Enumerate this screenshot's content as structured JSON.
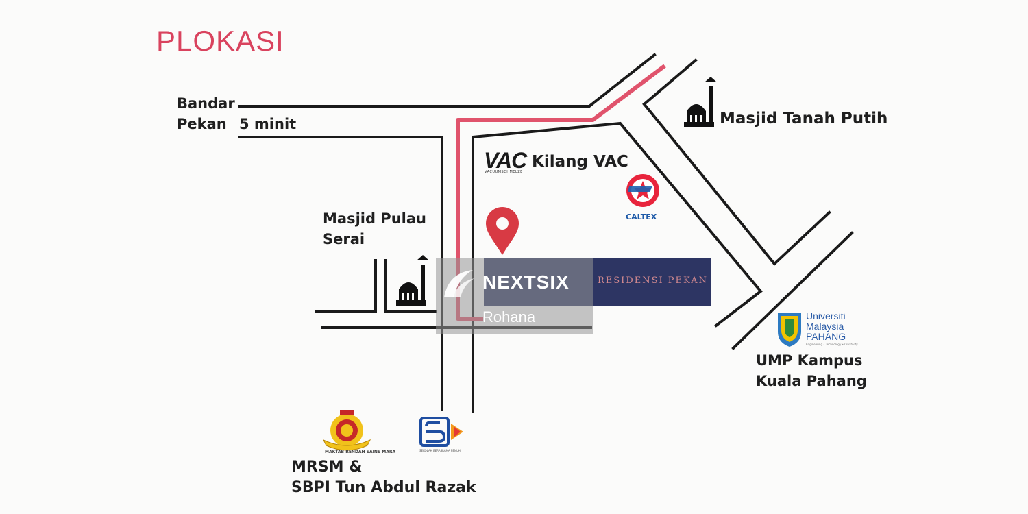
{
  "title": "PLOKASI",
  "colors": {
    "title": "#d9435e",
    "route": "#e0536c",
    "road": "#1a1a1a",
    "pin": "#d83a44",
    "banner": "#2d3563"
  },
  "labels": {
    "bandar_line1": "Bandar",
    "bandar_line2": "Pekan",
    "travel_time": "5 minit",
    "kilang_vac": "Kilang VAC",
    "masjid_tanah_putih": "Masjid Tanah Putih",
    "masjid_pulau_line1": "Masjid Pulau",
    "masjid_pulau_line2": "Serai",
    "ump_line1": "UMP Kampus",
    "ump_line2": "Kuala Pahang",
    "mrsm_line1": "MRSM &",
    "mrsm_line2": "SBPI Tun Abdul Razak"
  },
  "logos": {
    "vac": "VAC",
    "vac_sub": "VACUUMSCHMELZE",
    "caltex": "CALTEX",
    "ump": [
      "Universiti",
      "Malaysia",
      "PAHANG"
    ],
    "ump_tagline": "Engineering • Technology • Creativity",
    "mrsm": "MAKTAB RENDAH SAINS MARA",
    "sbp": "SEKOLAH BERASRAMA PENUH",
    "residensi": "RESIDENSI PEKAN"
  },
  "watermark": {
    "brand": "NEXTSIX",
    "subtitle": "Rohana"
  },
  "icons": [
    "mosque-icon",
    "location-pin-icon",
    "caltex-star-icon",
    "ump-shield-icon",
    "mrsm-crest-icon",
    "sbp-logo-icon",
    "nextsix-logo-icon",
    "lotus-icon"
  ]
}
